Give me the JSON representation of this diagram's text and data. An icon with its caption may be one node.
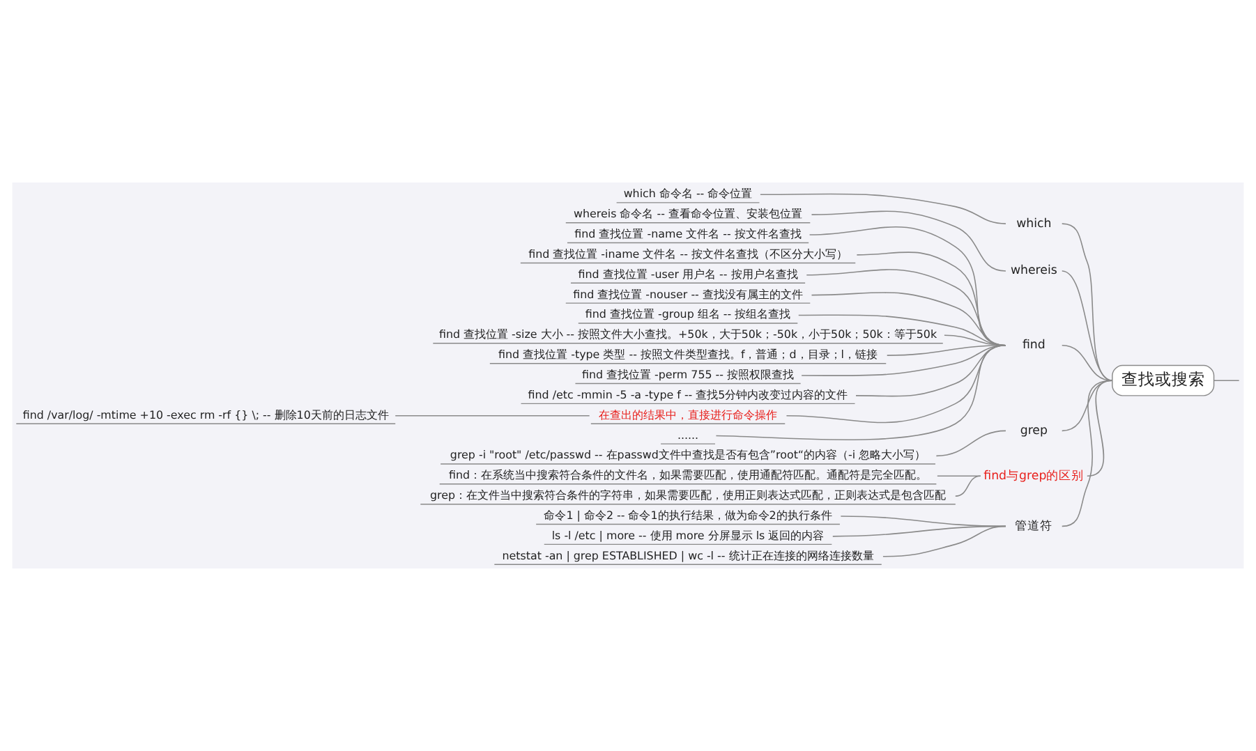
{
  "diagram": {
    "nodes": [
      {
        "text": [
          "查找或搜索"
        ]
      },
      {
        "text": [
          "which"
        ]
      },
      {
        "text": [
          "which 命令名 -- 命令位置"
        ]
      },
      {
        "text": [
          "whereis"
        ]
      },
      {
        "text": [
          "whereis 命令名 -- 查看命令位置、安装包位置"
        ]
      },
      {
        "text": [
          "find"
        ]
      },
      {
        "text": [
          "find 查找位置 -name 文件名 -- 按文件名查找"
        ]
      },
      {
        "text": [
          "find 查找位置 -iname 文件名 -- 按文件名查找（不区分大小写）"
        ]
      },
      {
        "text": [
          "find 查找位置 -user 用户名 -- 按用户名查找"
        ]
      },
      {
        "text": [
          "find 查找位置 -nouser -- 查找没有属主的文件"
        ]
      },
      {
        "text": [
          "find 查找位置 -group 组名 -- 按组名查找"
        ]
      },
      {
        "text": [
          "find 查找位置 -size 大小 -- 按照文件大小查找。+50k，大于50k；-50k，小于50k；50k：等于50k"
        ]
      },
      {
        "text": [
          "find 查找位置 -type 类型 -- 按照文件类型查找。f，普通；d，目录；l，链接"
        ]
      },
      {
        "text": [
          "find 查找位置 -perm 755 -- 按照权限查找"
        ]
      },
      {
        "text": [
          "find /etc -mmin -5 -a -type f -- 查找5分钟内改变过内容的文件"
        ]
      },
      {
        "text": [
          "在查出的结果中，直接进行命令操作"
        ]
      },
      {
        "text": [
          "find /var/log/ -mtime +10 -exec rm -rf {} \\; -- 删除10天前的日志文件"
        ]
      },
      {
        "text": [
          "......"
        ]
      },
      {
        "text": [
          "grep"
        ]
      },
      {
        "text": [
          "grep -i \"root\" /etc/passwd -- 在passwd文件中查找是否有包含”root“的内容（-i 忽略大小写）"
        ]
      },
      {
        "text": [
          "find与grep的区别"
        ]
      },
      {
        "text": [
          "find：在系统当中搜索符合条件的文件名，如果需要匹配，使用通配符匹配。通配符是完全匹配。"
        ]
      },
      {
        "text": [
          "grep：在文件当中搜索符合条件的字符串，如果需要匹配，使用正则表达式匹配，正则表达式是包含匹配"
        ]
      },
      {
        "text": [
          "管道符"
        ]
      },
      {
        "text": [
          "命令1 | 命令2 -- 命令1的执行结果，做为命令2的执行条件"
        ]
      },
      {
        "text": [
          "ls -l /etc | more -- 使用 more 分屏显示 ls 返回的内容"
        ]
      },
      {
        "text": [
          "netstat -an | grep ESTABLISHED | wc -l -- 统计正在连接的网络连接数量"
        ]
      }
    ],
    "edges": [
      {
        "from": null,
        "to": 0,
        "arrow": "none"
      },
      {
        "from": 0,
        "to": 1,
        "arrow": "none"
      },
      {
        "from": 1,
        "to": 2,
        "arrow": "none"
      },
      {
        "from": 0,
        "to": 3,
        "arrow": "none"
      },
      {
        "from": 3,
        "to": 4,
        "arrow": "none"
      },
      {
        "from": 0,
        "to": 5,
        "arrow": "none"
      },
      {
        "from": 5,
        "to": 6,
        "arrow": "none"
      },
      {
        "from": 5,
        "to": 7,
        "arrow": "none"
      },
      {
        "from": 5,
        "to": 8,
        "arrow": "none"
      },
      {
        "from": 5,
        "to": 9,
        "arrow": "none"
      },
      {
        "from": 5,
        "to": 10,
        "arrow": "none"
      },
      {
        "from": 5,
        "to": 11,
        "arrow": "none"
      },
      {
        "from": 5,
        "to": 12,
        "arrow": "none"
      },
      {
        "from": 5,
        "to": 13,
        "arrow": "none"
      },
      {
        "from": 5,
        "to": 14,
        "arrow": "none"
      },
      {
        "from": 5,
        "to": 15,
        "arrow": "none"
      },
      {
        "from": 15,
        "to": 16,
        "arrow": "none"
      },
      {
        "from": 5,
        "to": 17,
        "arrow": "none"
      },
      {
        "from": 0,
        "to": 18,
        "arrow": "none"
      },
      {
        "from": 18,
        "to": 19,
        "arrow": "none"
      },
      {
        "from": 0,
        "to": 20,
        "arrow": "none"
      },
      {
        "from": 20,
        "to": 21,
        "arrow": "none"
      },
      {
        "from": 20,
        "to": 22,
        "arrow": "none"
      },
      {
        "from": 0,
        "to": 23,
        "arrow": "none"
      },
      {
        "from": 23,
        "to": 24,
        "arrow": "none"
      },
      {
        "from": 23,
        "to": 25,
        "arrow": "none"
      },
      {
        "from": 23,
        "to": 26,
        "arrow": "none"
      }
    ]
  }
}
